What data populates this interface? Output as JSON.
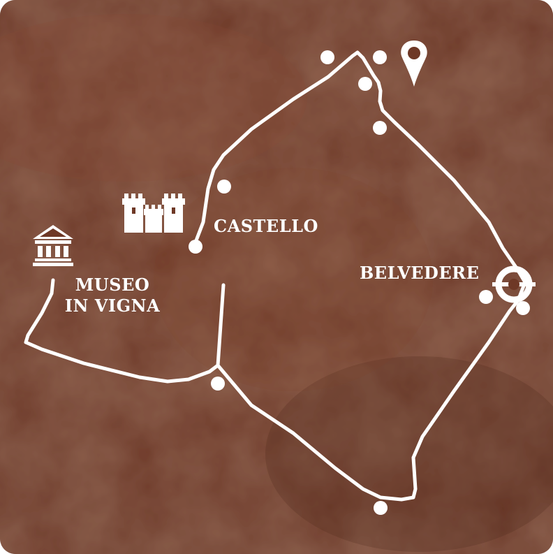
{
  "map": {
    "background_color": "#6e3826",
    "line_color": "#ffffff",
    "places": {
      "castello": "CASTELLO",
      "belvedere": "BELVEDERE",
      "museo_line1": "MUSEO",
      "museo_line2": "IN VIGNA"
    },
    "icons": [
      "castle-icon",
      "museum-icon",
      "location-pin-icon",
      "viewpoint-icon"
    ]
  }
}
